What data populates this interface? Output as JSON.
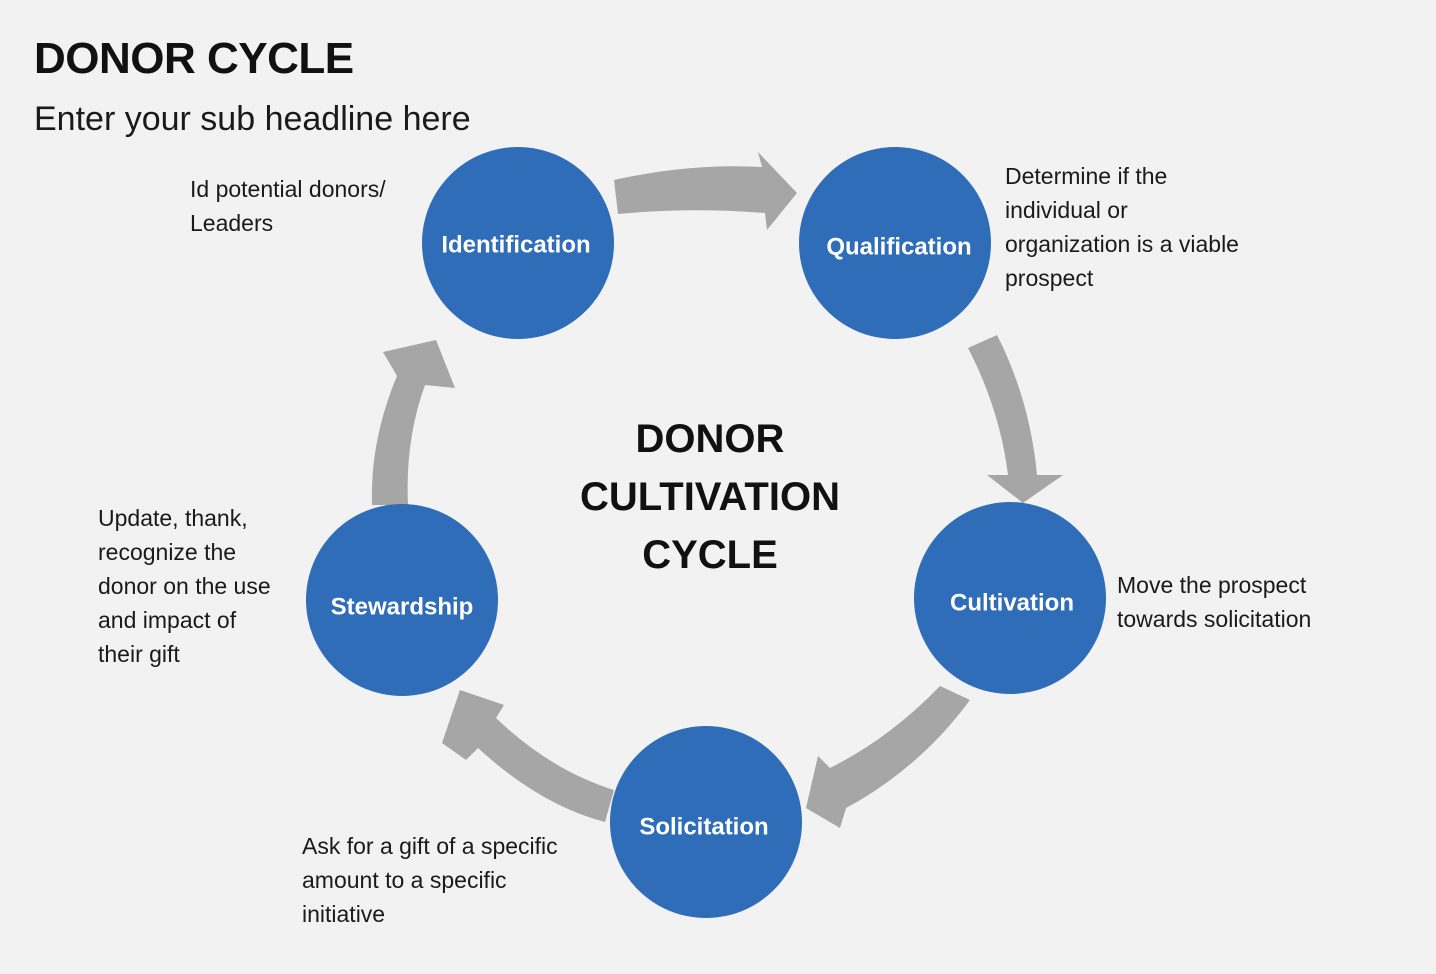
{
  "header": {
    "title": "DONOR CYCLE",
    "subtitle": "Enter your sub headline here"
  },
  "center_title": [
    "DONOR",
    "CULTIVATION",
    "CYCLE"
  ],
  "colors": {
    "node_fill": "#2f6db9",
    "arrow_fill": "#a6a6a6",
    "background": "#f2f2f2"
  },
  "stages": [
    {
      "id": "identification",
      "label": "Identification",
      "description": [
        "Id potential donors/",
        "Leaders"
      ]
    },
    {
      "id": "qualification",
      "label": "Qualification",
      "description": [
        "Determine if the",
        "individual or",
        "organization is a viable",
        "prospect"
      ]
    },
    {
      "id": "cultivation",
      "label": "Cultivation",
      "description": [
        "Move the prospect",
        "towards solicitation"
      ]
    },
    {
      "id": "solicitation",
      "label": "Solicitation",
      "description": [
        "Ask for a gift of a specific",
        "amount to a specific",
        "initiative"
      ]
    },
    {
      "id": "stewardship",
      "label": "Stewardship",
      "description": [
        "Update, thank,",
        "recognize the",
        "donor on the use",
        "and impact of",
        "their gift"
      ]
    }
  ]
}
